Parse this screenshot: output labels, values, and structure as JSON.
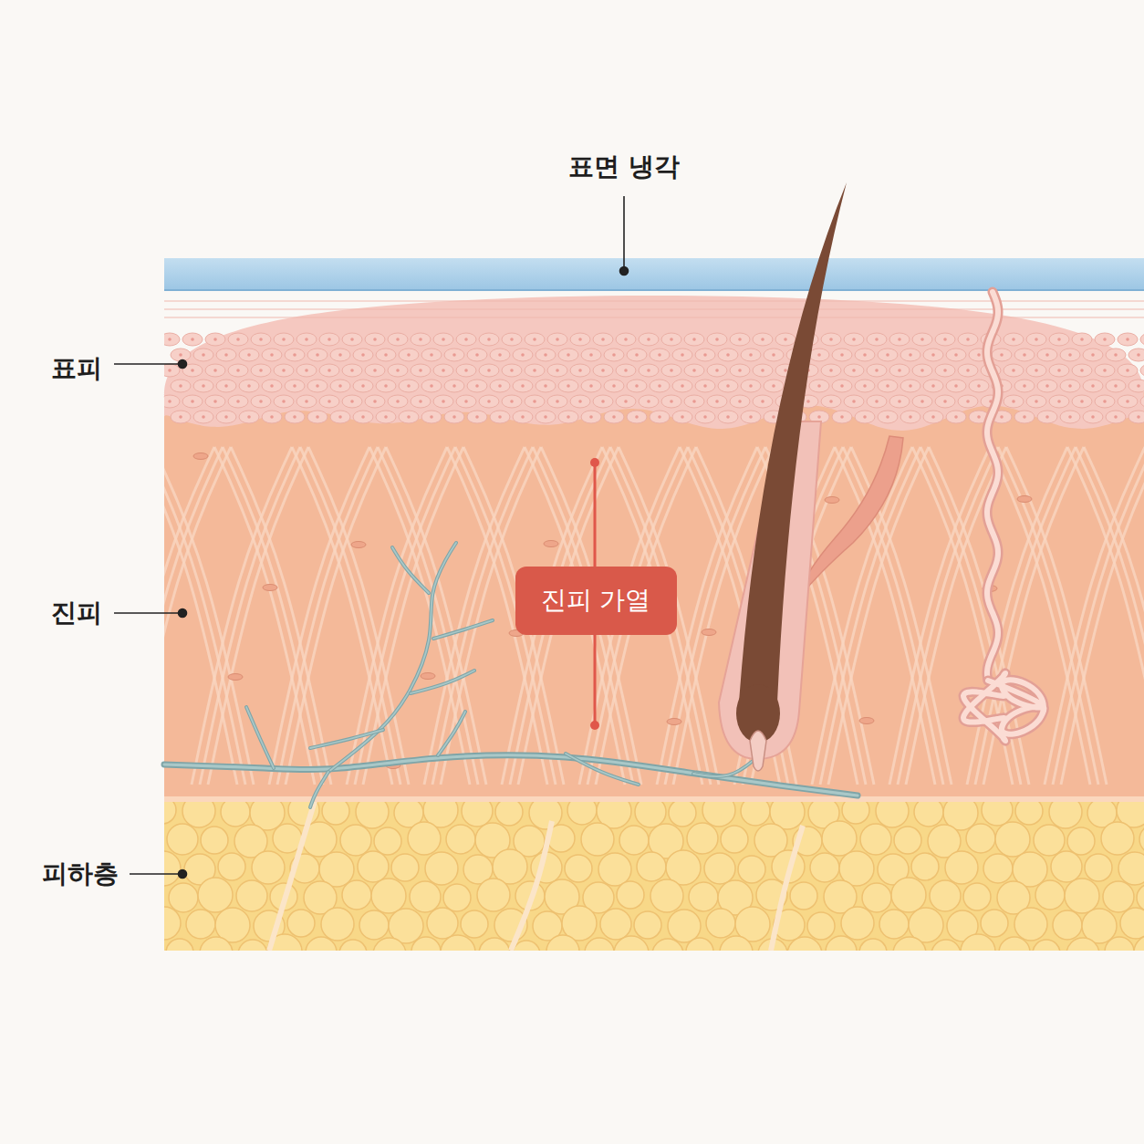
{
  "diagram": {
    "nodes": [
      {
        "text": [
          "진피 가열"
        ]
      }
    ],
    "labels": [
      "표면 냉각",
      "표피",
      "진피",
      "피하층"
    ]
  }
}
